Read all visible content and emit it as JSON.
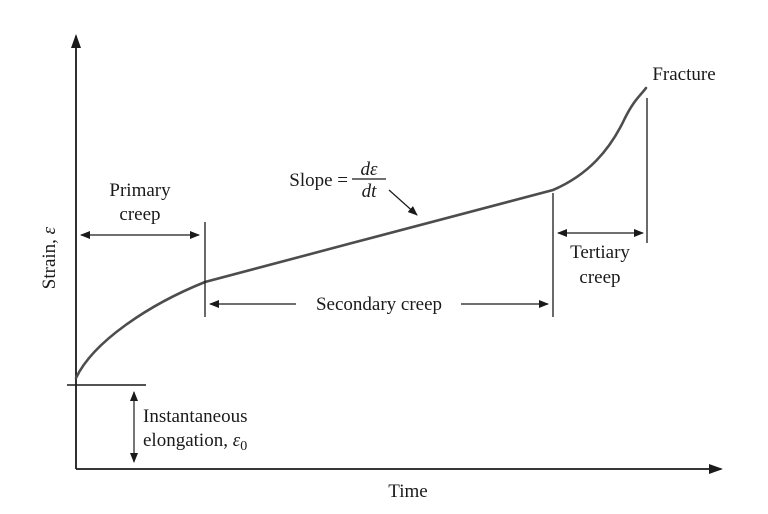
{
  "figure": {
    "y_axis_label": {
      "text": "Strain, ",
      "symbol": "ε"
    },
    "x_axis_label": "Time",
    "fracture_label": "Fracture",
    "primary_creep": {
      "line1": "Primary",
      "line2": "creep"
    },
    "secondary_creep": {
      "label": "Secondary creep"
    },
    "tertiary_creep": {
      "line1": "Tertiary",
      "line2": "creep"
    },
    "slope_annotation": {
      "prefix": "Slope =",
      "numerator": "dε",
      "denominator": "dt"
    },
    "instantaneous_elongation": {
      "line1": "Instantaneous",
      "line2": "elongation, ",
      "symbol": "ε",
      "subscript": "0"
    }
  },
  "colors": {
    "ink": "#1a1a1a",
    "curve": "#4d4d4d",
    "background": "#ffffff"
  },
  "chart_data": {
    "type": "line",
    "title": "",
    "xlabel": "Time",
    "ylabel": "Strain, ε",
    "x_ticks": [],
    "y_ticks": [],
    "grid": false,
    "legend": false,
    "axis_ranges": {
      "x": [
        0,
        1
      ],
      "y": [
        0,
        1
      ],
      "note": "qualitative schematic, no numeric scales shown"
    },
    "series": [
      {
        "name": "creep-curve",
        "points_normalized": [
          [
            0.0,
            0.206
          ],
          [
            0.057,
            0.299
          ],
          [
            0.093,
            0.33
          ],
          [
            0.197,
            0.423
          ],
          [
            0.297,
            0.462
          ],
          [
            0.388,
            0.511
          ],
          [
            0.526,
            0.568
          ],
          [
            0.648,
            0.602
          ],
          [
            0.729,
            0.631
          ],
          [
            0.771,
            0.692
          ],
          [
            0.827,
            0.767
          ],
          [
            0.872,
            0.862
          ]
        ]
      }
    ],
    "annotations": [
      {
        "text": "Primary creep",
        "kind": "stage-span",
        "x_range_normalized": [
          0.0,
          0.197
        ]
      },
      {
        "text": "Secondary creep",
        "kind": "stage-span",
        "x_range_normalized": [
          0.197,
          0.729
        ]
      },
      {
        "text": "Tertiary creep",
        "kind": "stage-span",
        "x_range_normalized": [
          0.729,
          0.872
        ]
      },
      {
        "text": "Fracture",
        "kind": "point-label",
        "at_normalized": [
          0.872,
          0.862
        ]
      },
      {
        "text": "Slope = dε/dt",
        "kind": "arrow-callout",
        "points_to_normalized": [
          0.525,
          0.57
        ]
      },
      {
        "text": "Instantaneous elongation, ε0",
        "kind": "y-offset-span",
        "y_range_normalized": [
          0.0,
          0.19
        ]
      }
    ]
  }
}
